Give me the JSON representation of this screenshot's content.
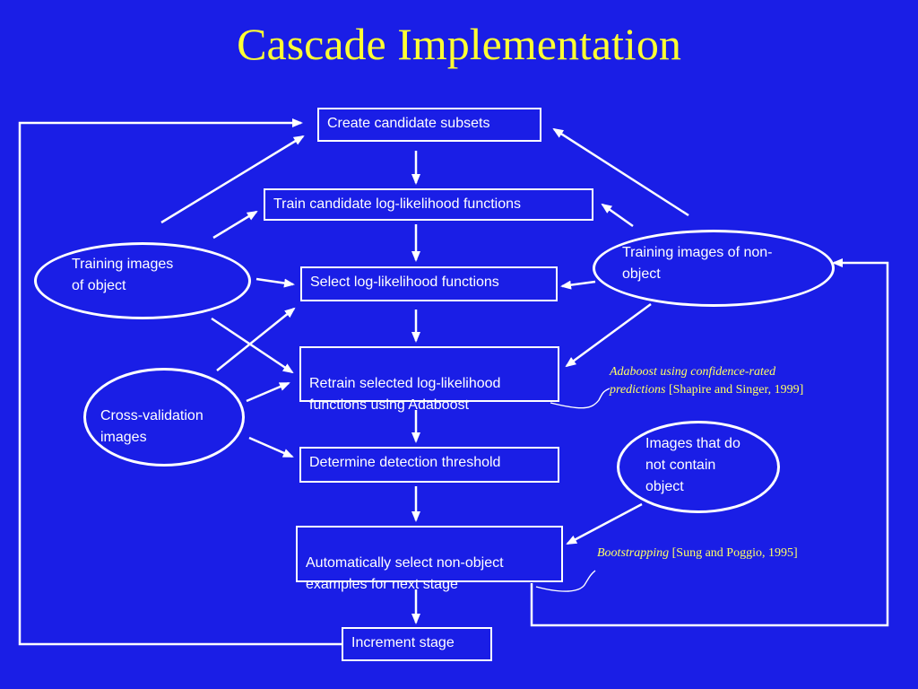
{
  "title": "Cascade Implementation",
  "steps": {
    "create_subsets": "Create candidate subsets",
    "train_functions": "Train candidate log-likelihood functions",
    "select_functions": "Select log-likelihood functions",
    "retrain": "Retrain selected log-likelihood\nfunctions using Adaboost",
    "threshold": "Determine detection threshold",
    "select_nonobject": "Automatically select non-object\nexamples for next stage",
    "increment": "Increment stage"
  },
  "inputs": {
    "object_images": "Training images\nof object",
    "validation_images": "Cross-validation\nimages",
    "nonobject_images": "Training images of non-\nobject",
    "no_object_images": "Images that do\nnot contain\nobject"
  },
  "citations": {
    "adaboost_method": "Adaboost using confidence-rated",
    "adaboost_method_2": "predictions",
    "adaboost_ref": "[Shapire and Singer, 1999]",
    "bootstrap_method": "Bootstrapping",
    "bootstrap_ref": "[Sung and Poggio, 1995]"
  },
  "colors": {
    "background": "#1a1ee6",
    "title": "#ffff33",
    "lines": "#ffffff",
    "citation": "#ffff66"
  }
}
